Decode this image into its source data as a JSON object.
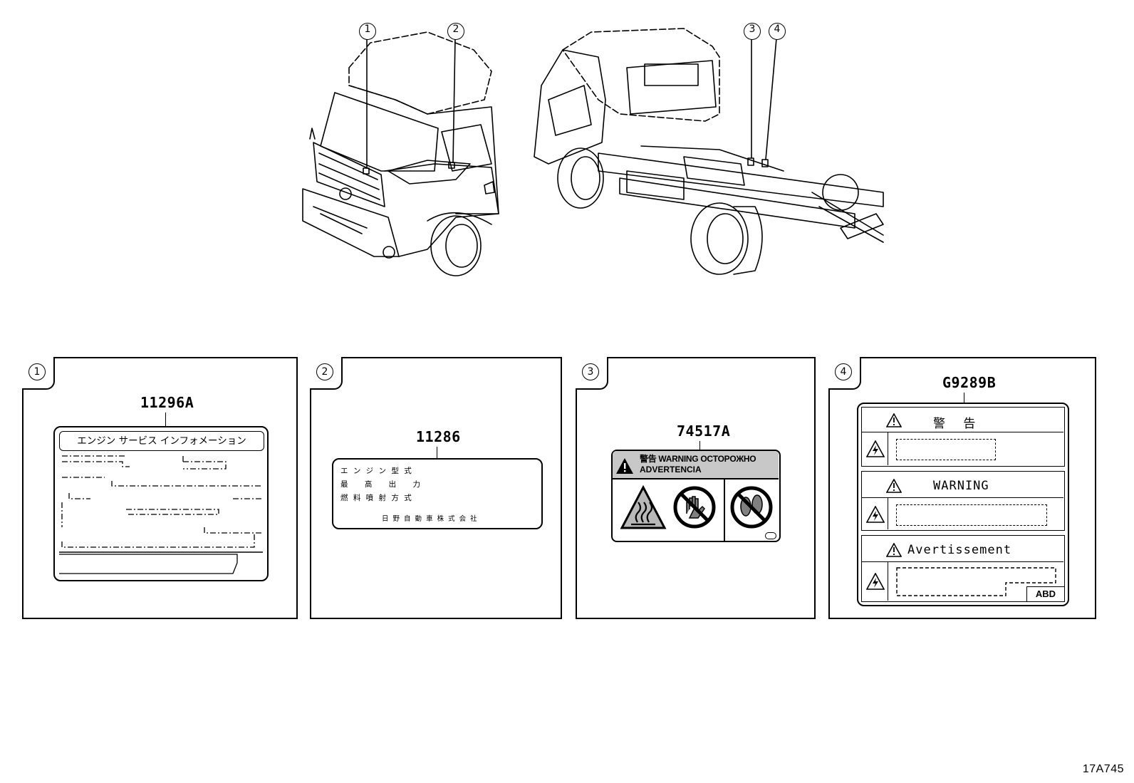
{
  "callouts": [
    "1",
    "2",
    "3",
    "4"
  ],
  "panels": [
    {
      "number": "1",
      "part_number": "11296A",
      "label_heading": "エンジン サービス インフォメーション"
    },
    {
      "number": "2",
      "part_number": "11286",
      "label_lines": [
        "エ ン ジ ン 型 式",
        "最 高 出 力",
        "燃 料 噴 射 方 式"
      ],
      "label_footer": "日 野 自 動 車 株 式 会 社"
    },
    {
      "number": "3",
      "part_number": "74517A",
      "header_line1": "警告 WARNING OCTOPOЖHO",
      "header_line2": "ADVERTENCIA",
      "icons": [
        "hot-surface-icon",
        "no-hands-icon",
        "no-step-icon"
      ]
    },
    {
      "number": "4",
      "part_number": "G9289B",
      "sections": [
        {
          "title": "警 告"
        },
        {
          "title": "WARNING"
        },
        {
          "title": "Avertissement"
        }
      ],
      "corner_code": "ABD"
    }
  ],
  "figure_code": "17A745",
  "colors": {
    "line": "#000000",
    "background": "#ffffff",
    "label_header": "#c8c8c8"
  }
}
